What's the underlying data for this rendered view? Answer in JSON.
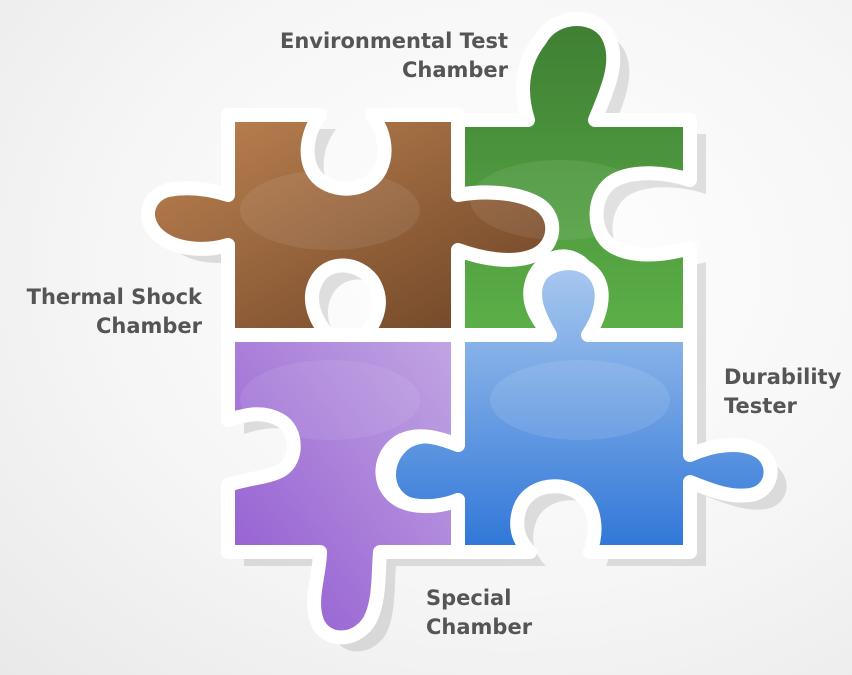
{
  "diagram": {
    "pieces": [
      {
        "id": "environmental",
        "lines": [
          "Environmental Test",
          "Chamber"
        ],
        "color_top": "#3f7f33",
        "color_bottom": "#5cb048"
      },
      {
        "id": "thermal",
        "lines": [
          "Thermal Shock",
          "Chamber"
        ],
        "color_top": "#c08553",
        "color_bottom": "#6a4124"
      },
      {
        "id": "durability",
        "lines": [
          "Durability",
          "Tester"
        ],
        "color_top": "#a9c9ef",
        "color_bottom": "#2f76d8"
      },
      {
        "id": "special",
        "lines": [
          "Special",
          "Chamber"
        ],
        "color_top": "#c3a6e4",
        "color_bottom": "#8f57cf"
      }
    ],
    "label_color": "#555555",
    "outline_color": "#ffffff"
  }
}
